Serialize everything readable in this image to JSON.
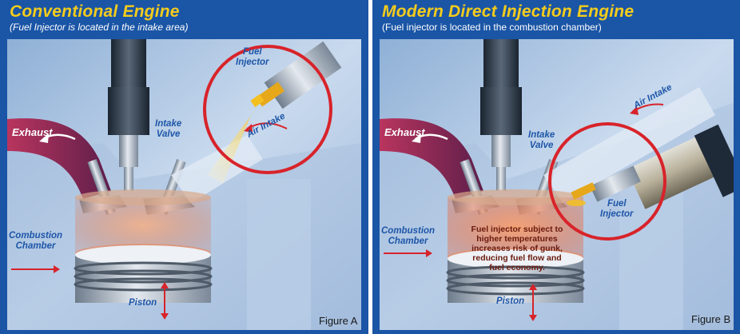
{
  "panel_a": {
    "title": "Conventional Engine",
    "subtitle": "(Fuel Injector is located in the intake area)",
    "labels": {
      "exhaust": "Exhaust",
      "intake_valve_1": "Intake",
      "intake_valve_2": "Valve",
      "fuel_injector_1": "Fuel",
      "fuel_injector_2": "Injector",
      "air_intake": "Air Intake",
      "combustion_chamber_1": "Combustion",
      "combustion_chamber_2": "Chamber",
      "piston": "Piston"
    },
    "figure": "Figure A"
  },
  "panel_b": {
    "title": "Modern Direct Injection Engine",
    "subtitle": "(Fuel injector is located in the combustion chamber)",
    "labels": {
      "exhaust": "Exhaust",
      "intake_valve_1": "Intake",
      "intake_valve_2": "Valve",
      "fuel_injector_1": "Fuel",
      "fuel_injector_2": "Injector",
      "air_intake": "Air Intake",
      "combustion_chamber_1": "Combustion",
      "combustion_chamber_2": "Chamber",
      "piston": "Piston"
    },
    "note_lines": [
      "Fuel injector subject to",
      "higher temperatures",
      "increases risk of gunk,",
      "reducing fuel flow and",
      "fuel economy."
    ],
    "figure": "Figure B"
  },
  "colors": {
    "frame_blue": "#1a55a6",
    "title_yellow": "#f5cc1c",
    "label_blue": "#1e56a8",
    "highlight_red": "#d8232a",
    "exhaust_port": "#8a2a5c",
    "fuel_spray": "#f4c020"
  },
  "icons": [
    "spark-plug-icon",
    "fuel-injector-icon",
    "intake-valve-icon",
    "exhaust-valve-icon",
    "piston-icon"
  ]
}
